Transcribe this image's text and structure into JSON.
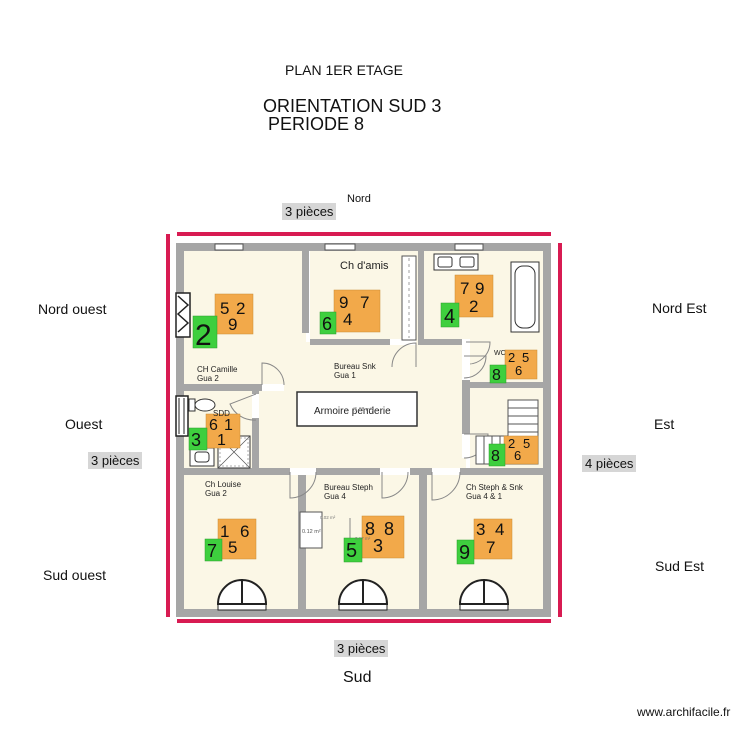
{
  "header": {
    "title": "PLAN 1ER ETAGE",
    "orientation": "ORIENTATION SUD 3",
    "period": "PERIODE 8"
  },
  "compass": {
    "north": "Nord",
    "south": "Sud",
    "west": "Ouest",
    "east": "Est",
    "north_west": "Nord ouest",
    "north_east": "Nord Est",
    "south_west": "Sud ouest",
    "south_east": "Sud Est"
  },
  "side_counts": {
    "north": "3 pièces",
    "south": "3 pièces",
    "west": "3 pièces",
    "east": "4 pièces"
  },
  "rooms": {
    "ch_camille": {
      "name": "CH Camille",
      "guest": "Gua 2",
      "stars": [
        "5",
        "2",
        "9"
      ],
      "mountain": "2"
    },
    "bureau_snk": {
      "name": "Bureau Snk",
      "guest": "Gua 1",
      "stars": [
        "9",
        "7",
        "4"
      ],
      "mountain": "6"
    },
    "ch_amis": {
      "name": "Ch d'amis"
    },
    "bath_ne": {
      "stars": [
        "7",
        "9",
        "2"
      ],
      "mountain": "4"
    },
    "wc": {
      "name": "WC",
      "stars": [
        "2",
        "5",
        "6"
      ],
      "mountain": "8"
    },
    "sdd": {
      "name": "SDD",
      "stars": [
        "6",
        "1",
        "1"
      ],
      "mountain": "3"
    },
    "armoire": {
      "name": "Armoire penderie",
      "area": "(1.08 m²)"
    },
    "stair": {
      "stars": [
        "2",
        "5",
        "6"
      ],
      "mountain": "8"
    },
    "ch_louise": {
      "name": "Ch Louise",
      "guest": "Gua 2",
      "stars": [
        "1",
        "6",
        "5"
      ],
      "mountain": "7"
    },
    "bureau_steph": {
      "name": "Bureau Steph",
      "guest": "Gua 4",
      "stars": [
        "8",
        "8",
        "3"
      ],
      "mountain": "5",
      "area_small": "0.12 m²",
      "area_a": "0.02 m²",
      "area_b": "0.17 m²"
    },
    "ch_steph": {
      "name": "Ch Steph & Snk",
      "guest": "Gua 4 & 1",
      "stars": [
        "3",
        "4",
        "7"
      ],
      "mountain": "9"
    }
  },
  "footer": {
    "watermark": "www.archifacile.fr"
  },
  "colors": {
    "wall": "#a6a6a6",
    "room_fill": "#fbf7e6",
    "star_box": "#f2a94a",
    "mountain_box": "#3ecf3e",
    "boundary": "#d81b52",
    "badge": "#d6d6d6"
  }
}
